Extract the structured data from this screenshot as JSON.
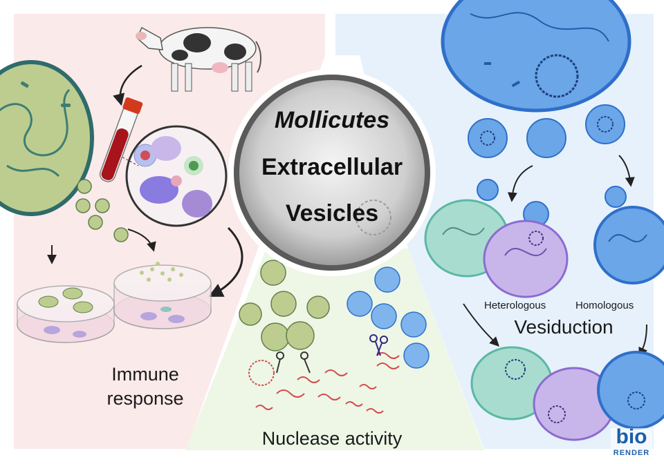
{
  "center": {
    "line1": "Mollicutes",
    "line2": "Extracellular",
    "line3": "Vesicles"
  },
  "panels": {
    "immune": {
      "line1": "Immune",
      "line2": "response"
    },
    "nuclease": {
      "label": "Nuclease activity"
    },
    "vesiduction": {
      "label": "Vesiduction",
      "left": "Heterologous",
      "right": "Homologous"
    }
  },
  "logo": {
    "top": "bio",
    "bottom": "RENDER"
  },
  "colors": {
    "left_bg": "#fbeaea",
    "right_bg": "#e6f1fb",
    "bottom_bg": "#eef6e6",
    "green_cell": "#b8c98c",
    "blue_cell": "#6aa6e8",
    "teal_cell": "#a8dccf",
    "purple_cell": "#c8b6ea",
    "logo_blue": "#1b5fa8"
  }
}
